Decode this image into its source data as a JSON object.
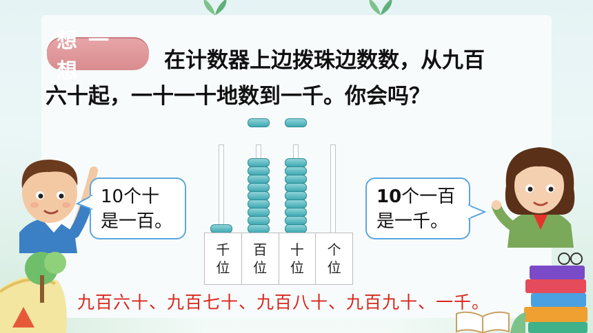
{
  "badge": {
    "label": "想一想"
  },
  "prompt": {
    "line1": "在计数器上边拨珠边数数，从九百",
    "line2": "六十起，一十一十地数到一千。你会吗？"
  },
  "abacus": {
    "columns": [
      "千\n位",
      "百\n位",
      "十\n位",
      "个\n位"
    ],
    "col_labels": [
      {
        "top": "千",
        "bottom": "位"
      },
      {
        "top": "百",
        "bottom": "位"
      },
      {
        "top": "十",
        "bottom": "位"
      },
      {
        "top": "个",
        "bottom": "位"
      }
    ]
  },
  "bubbles": {
    "left": {
      "line1": "10个十",
      "line2": "是一百。"
    },
    "right": {
      "line1_num": "10",
      "line1_rest": "个一百",
      "line2": "是一千。"
    }
  },
  "bottom_text": "九百六十、九百七十、九百八十、九百九十、一千。",
  "colors": {
    "badge": "#d98c8f",
    "bead": "#3fa9b2",
    "bubble_border": "#5aa6e0",
    "answer_text": "#d9261c"
  }
}
